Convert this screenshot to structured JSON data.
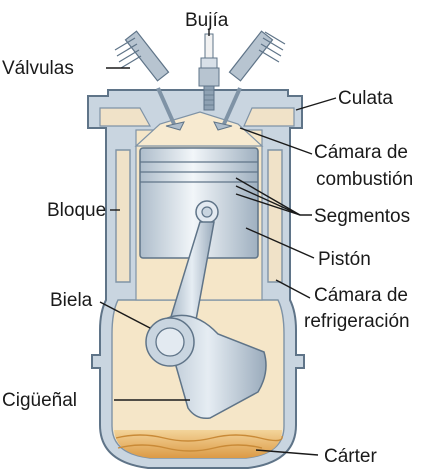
{
  "labels": {
    "bujia": "Bujía",
    "valvulas": "Válvulas",
    "culata": "Culata",
    "camara_combustion_1": "Cámara de",
    "camara_combustion_2": "combustión",
    "bloque": "Bloque",
    "segmentos": "Segmentos",
    "piston": "Pistón",
    "camara_refrigeracion_1": "Cámara de",
    "camara_refrigeracion_2": "refrigeración",
    "biela": "Biela",
    "ciguenal": "Cigüeñal",
    "carter": "Cárter"
  },
  "colors": {
    "engine_body": "#c9d5e0",
    "engine_outline": "#5f7488",
    "coolant": "#f0e2c8",
    "chamber": "#f5e6c8",
    "piston": "#e3eaf1",
    "oil": "#e8b160",
    "text": "#1a1a1a"
  }
}
